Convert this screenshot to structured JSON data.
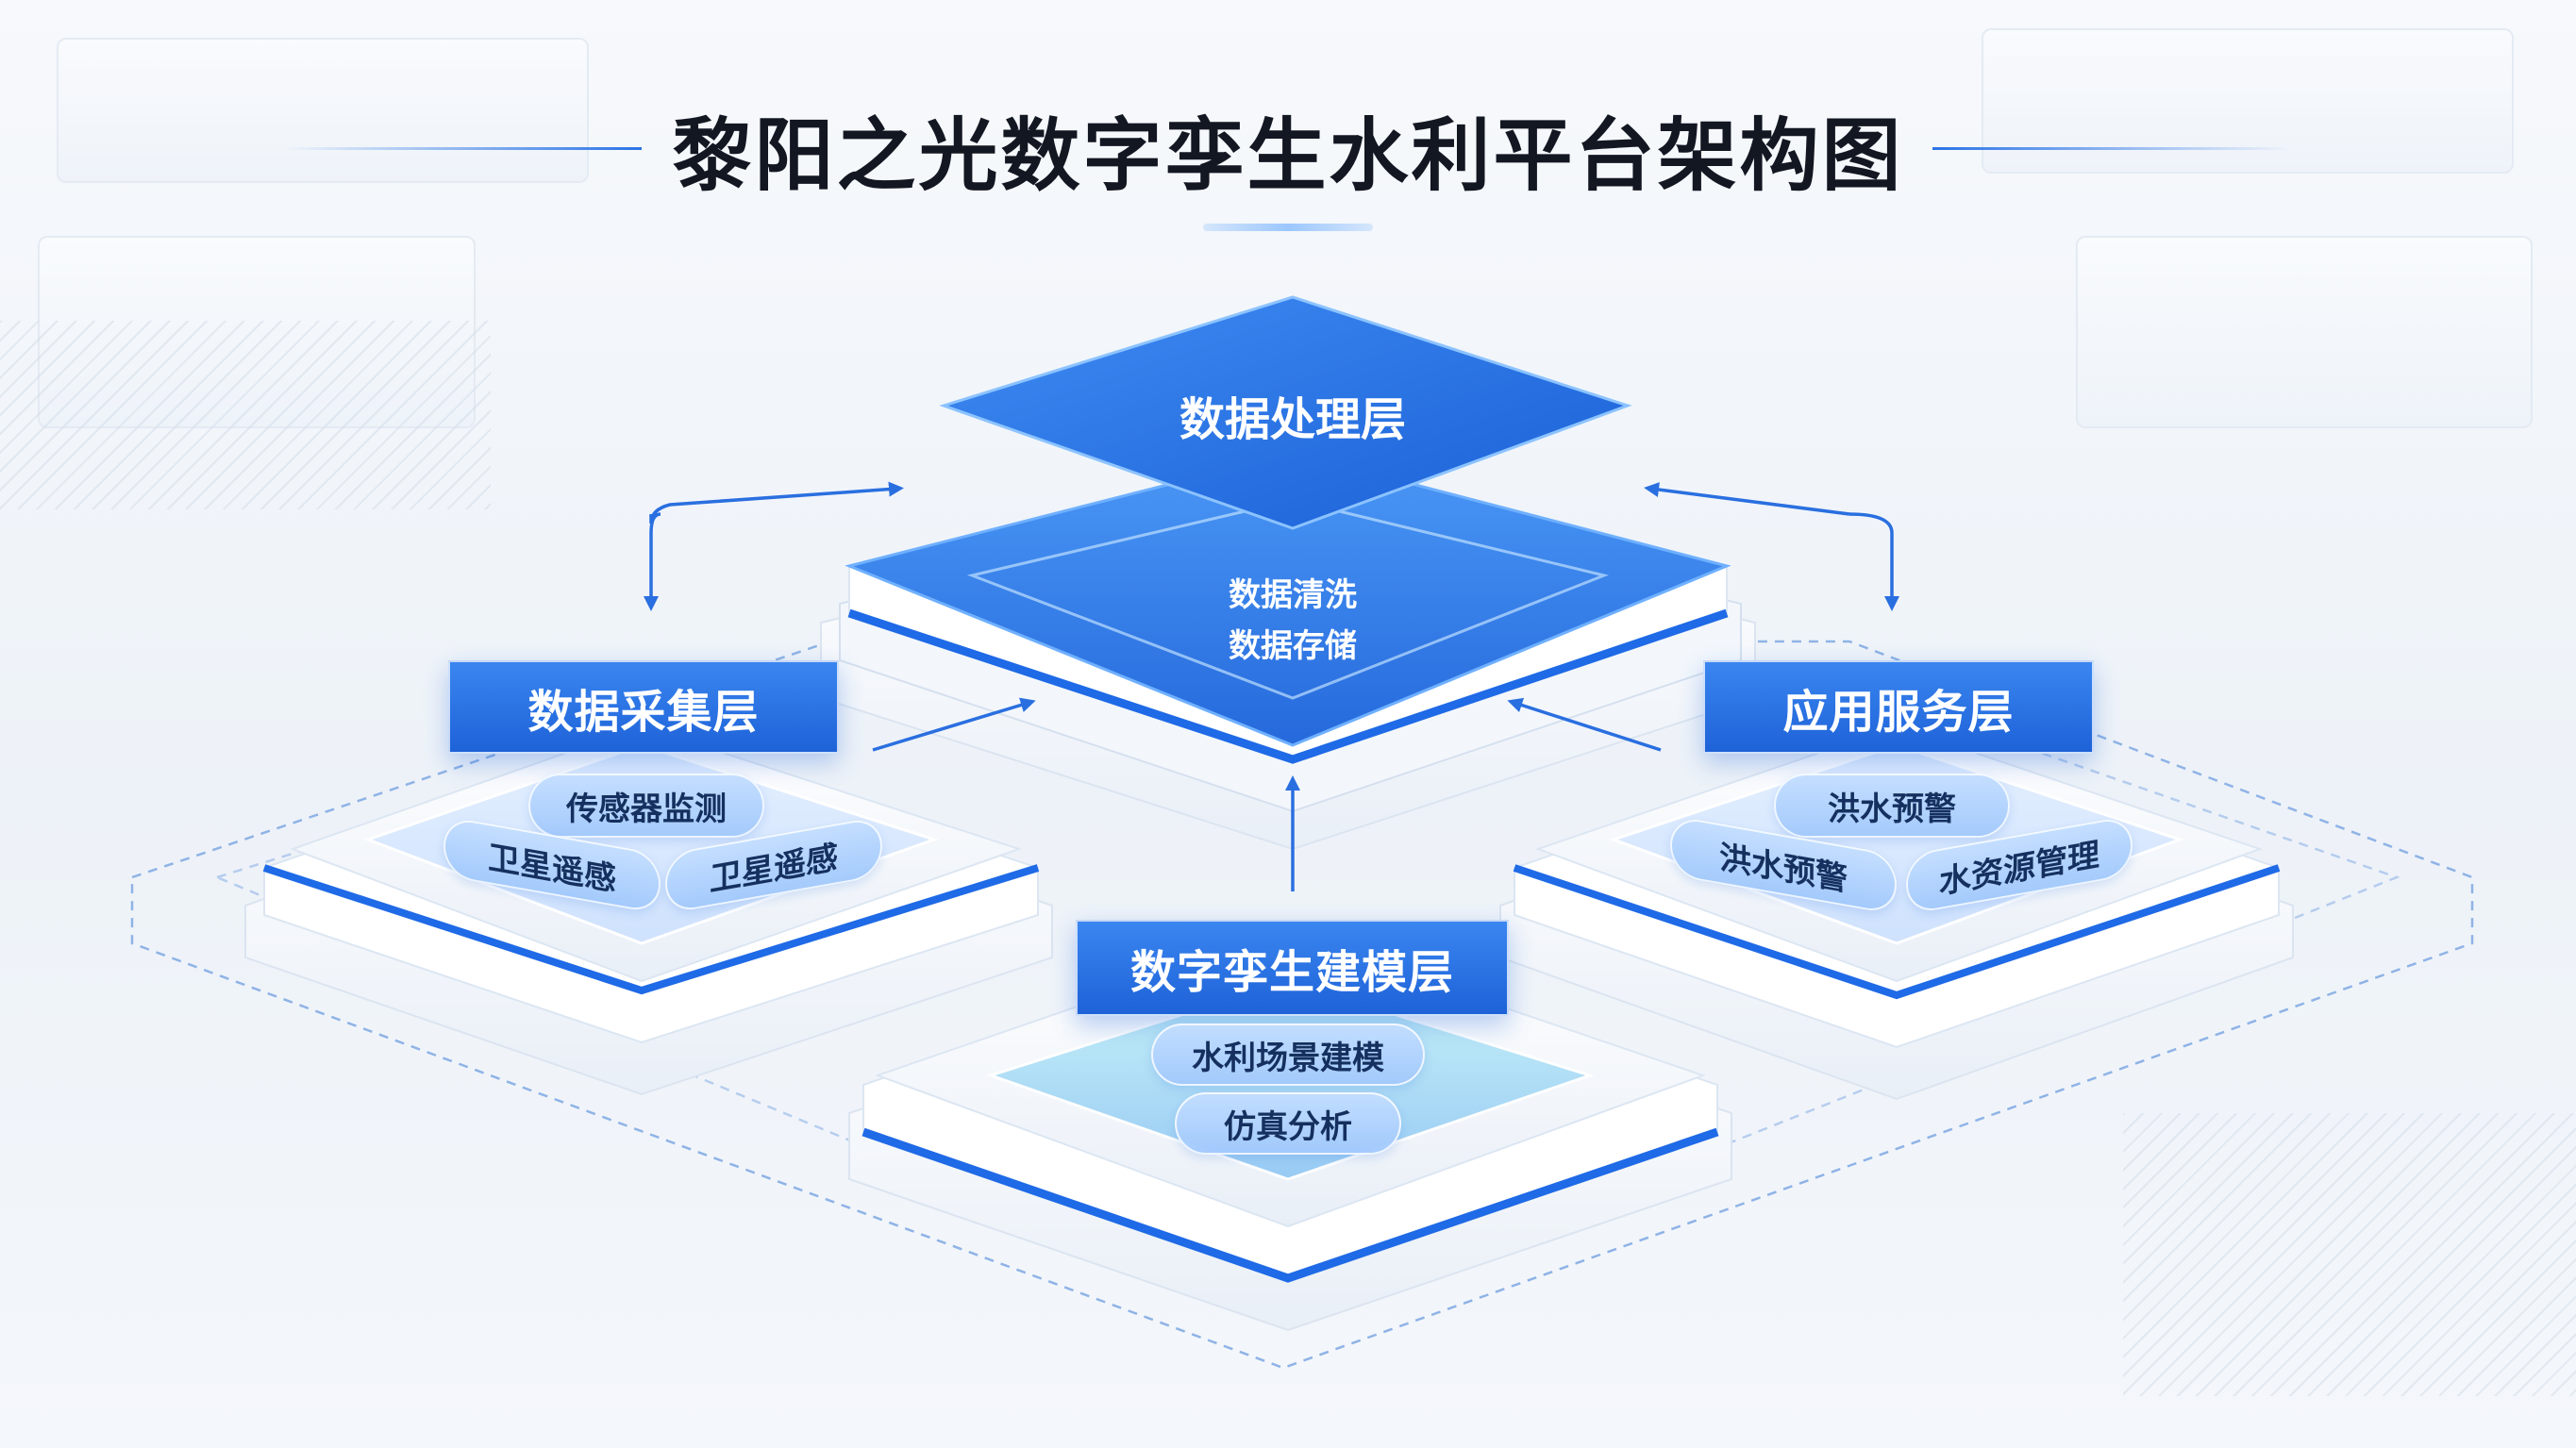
{
  "title": "黎阳之光数字孪生水利平台架构图",
  "colors": {
    "primary_blue": "#1e62d8",
    "light_blue": "#3a86f0",
    "pill_blue": "#b4d4fc",
    "title_text": "#131722",
    "background": "#f3f6fa"
  },
  "layers": {
    "processing": {
      "label": "数据处理层",
      "items": [
        "数据清洗",
        "数据存储"
      ]
    },
    "collection": {
      "label": "数据采集层",
      "items": [
        "传感器监测",
        "卫星遥感",
        "卫星遥感"
      ]
    },
    "application": {
      "label": "应用服务层",
      "items": [
        "洪水预警",
        "洪水预警",
        "水资源管理"
      ]
    },
    "modeling": {
      "label": "数字孪生建模层",
      "items": [
        "水利场景建模",
        "仿真分析"
      ]
    }
  },
  "icons": [
    "arrow-icon"
  ]
}
